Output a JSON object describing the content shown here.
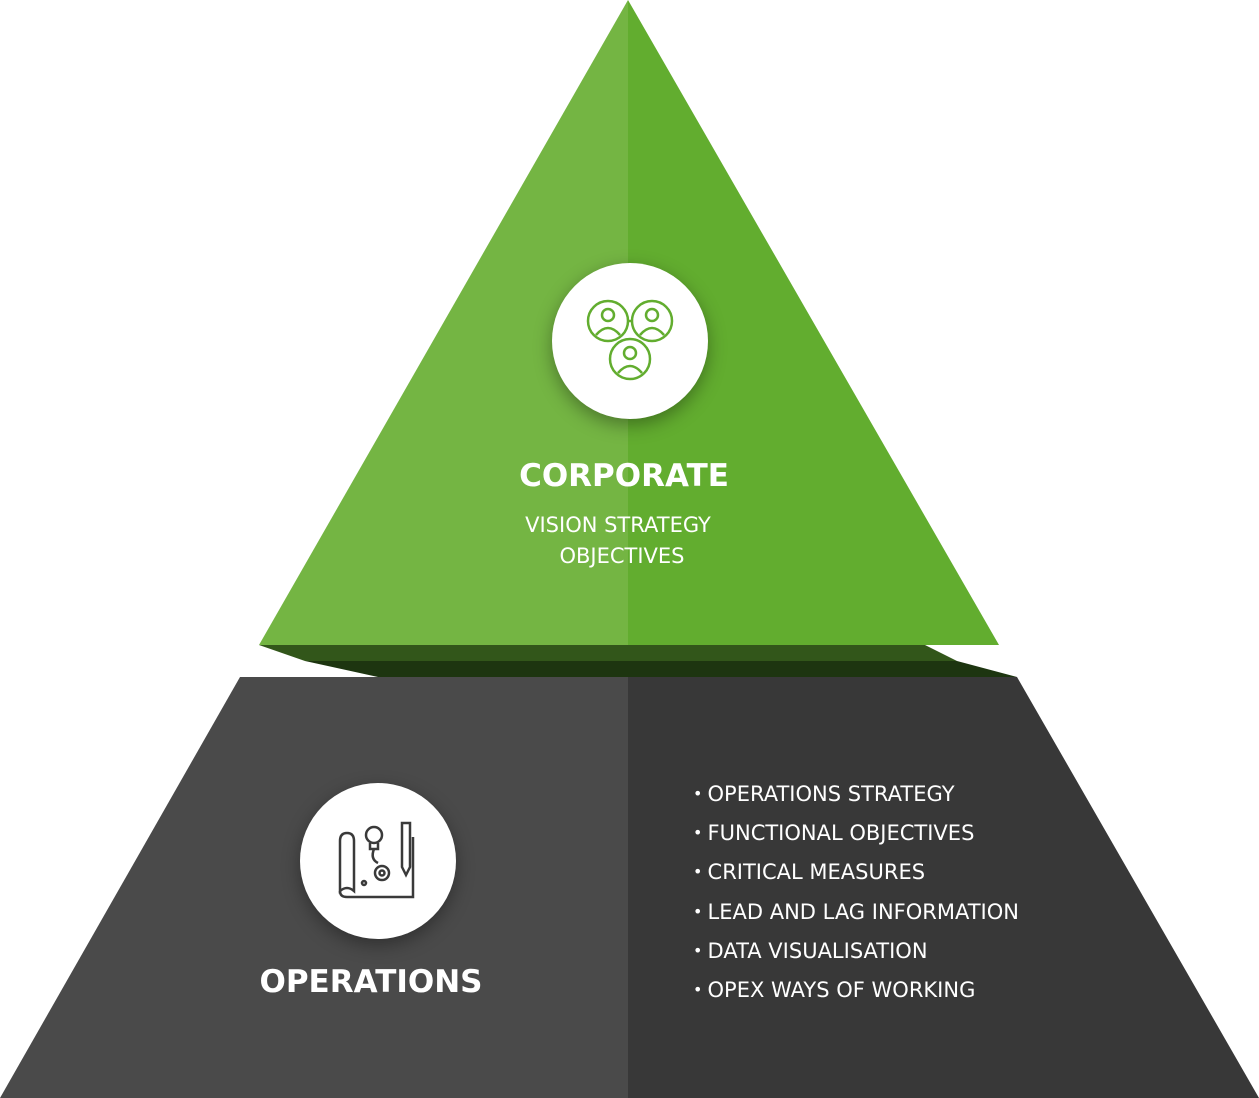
{
  "corporate": {
    "title": "CORPORATE",
    "lines": [
      "VISION STRATEGY",
      "OBJECTIVES"
    ],
    "icon": "team-network-icon"
  },
  "operations": {
    "title": "OPERATIONS",
    "icon": "blueprint-idea-icon",
    "items": [
      "OPERATIONS STRATEGY",
      "FUNCTIONAL OBJECTIVES",
      "CRITICAL MEASURES",
      "LEAD AND LAG INFORMATION",
      "DATA VISUALISATION",
      "OPEX WAYS OF WORKING"
    ]
  },
  "colors": {
    "green_light": "#74b543",
    "green_dark": "#62ad2f",
    "shelf_top": "#32561a",
    "shelf_bottom": "#1d3510",
    "gray_light": "#4a4a4a",
    "gray_dark": "#383838"
  }
}
